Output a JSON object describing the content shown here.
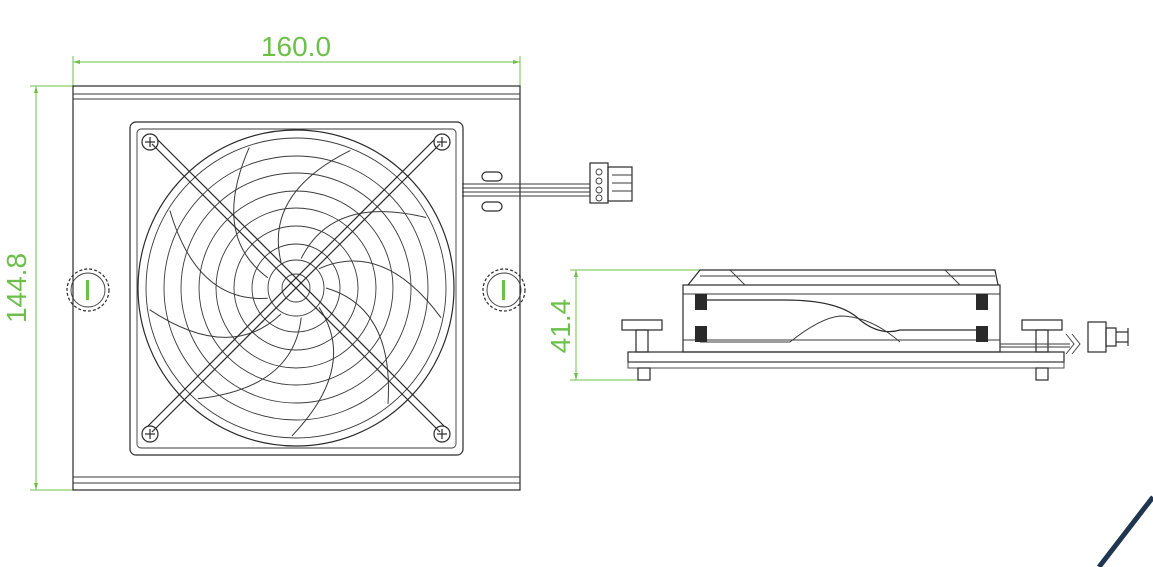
{
  "dimensions": {
    "width_label": "160.0",
    "height_label": "144.8",
    "depth_label": "41.4"
  },
  "colors": {
    "dimension": "#6cc04a",
    "line": "#2a2a2a",
    "corner_accent": "#1f3550"
  },
  "icons": {
    "fan_grille": "fan-grille-icon",
    "screw": "screw-icon",
    "thumb_screw": "thumb-screw-icon",
    "connector": "terminal-connector-icon"
  }
}
